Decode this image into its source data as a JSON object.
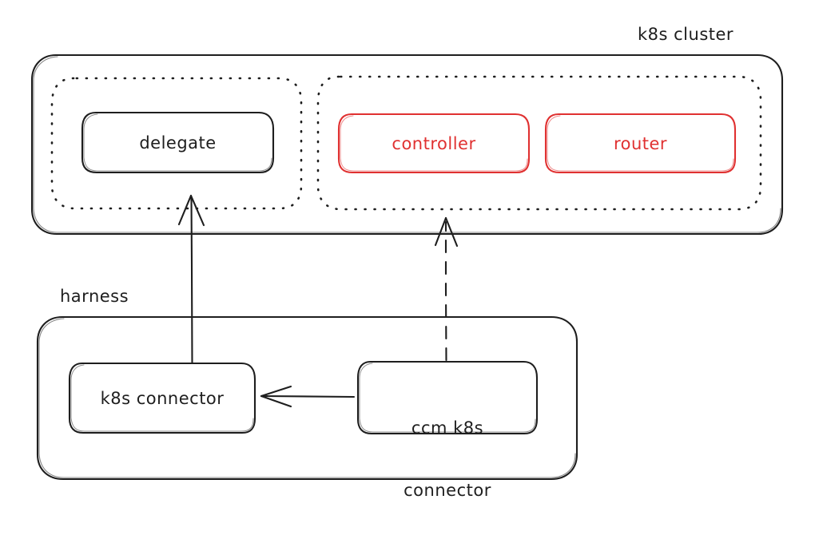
{
  "diagram": {
    "title": "k8s cluster / harness integration diagram",
    "style": "hand-drawn sketch",
    "colors": {
      "stroke": "#1e1e1e",
      "accent_red": "#e03131",
      "background": "#ffffff"
    },
    "containers": [
      {
        "id": "k8s-cluster",
        "label": "k8s cluster",
        "label_position": "top-right-outside",
        "border": "solid",
        "color": "#1e1e1e"
      },
      {
        "id": "harness",
        "label": "harness",
        "label_position": "top-left-outside",
        "border": "solid",
        "color": "#1e1e1e"
      }
    ],
    "groups": [
      {
        "id": "group-delegate",
        "border": "dotted",
        "color": "#1e1e1e"
      },
      {
        "id": "group-controller-router",
        "border": "dotted",
        "color": "#1e1e1e"
      }
    ],
    "nodes": [
      {
        "id": "delegate",
        "label": "delegate",
        "color": "#1e1e1e",
        "parent": "group-delegate"
      },
      {
        "id": "controller",
        "label": "controller",
        "color": "#e03131",
        "parent": "group-controller-router"
      },
      {
        "id": "router",
        "label": "router",
        "color": "#e03131",
        "parent": "group-controller-router"
      },
      {
        "id": "k8s-connector",
        "label": "k8s connector",
        "color": "#1e1e1e",
        "parent": "harness"
      },
      {
        "id": "ccm-k8s-connector",
        "label": "ccm k8s\nconnector",
        "line1": "ccm k8s",
        "line2": "connector",
        "color": "#1e1e1e",
        "parent": "harness"
      }
    ],
    "edges": [
      {
        "id": "edge-connector-to-delegate",
        "from": "k8s-connector",
        "to": "group-delegate",
        "style": "solid",
        "arrow": "up"
      },
      {
        "id": "edge-ccm-to-controller-group",
        "from": "ccm-k8s-connector",
        "to": "group-controller-router",
        "style": "dashed",
        "arrow": "up"
      },
      {
        "id": "edge-ccm-to-connector",
        "from": "ccm-k8s-connector",
        "to": "k8s-connector",
        "style": "solid",
        "arrow": "left"
      }
    ]
  }
}
